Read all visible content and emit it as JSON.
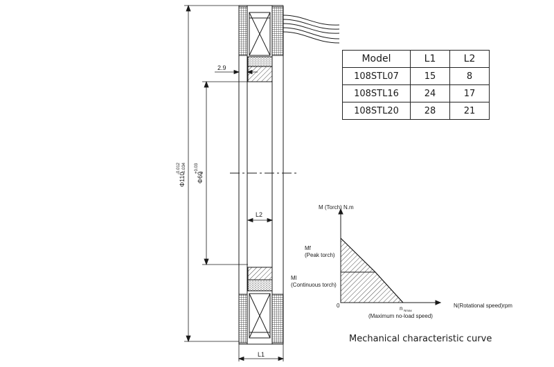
{
  "drawing": {
    "outer_diameter_label": "Φ110",
    "outer_diameter_tol_upper": "-0.012",
    "outer_diameter_tol_lower": "-0.034",
    "inner_diameter_label": "Φ60",
    "inner_diameter_tol_upper": "+0.03",
    "inner_diameter_tol_lower": "0",
    "gap_dimension": "2.9",
    "l2_label": "L2",
    "l1_label": "L1"
  },
  "table": {
    "headers": [
      "Model",
      "L1",
      "L2"
    ],
    "rows": [
      {
        "model": "108STL07",
        "l1": "15",
        "l2": "8"
      },
      {
        "model": "108STL16",
        "l1": "24",
        "l2": "17"
      },
      {
        "model": "108STL20",
        "l1": "28",
        "l2": "21"
      }
    ]
  },
  "curve": {
    "y_axis_label": "M (Torch) N.m",
    "mf_label": "Mf",
    "mf_desc": "(Peak torch)",
    "ml_label": "Ml",
    "ml_desc": "(Continuous torch)",
    "origin_label": "0",
    "nmax_label": "n",
    "nmax_sub": "Nmax",
    "nmax_desc": "(Maximum no-load speed)",
    "x_axis_label": "N(Rotational speed)rpm",
    "caption": "Mechanical characteristic curve"
  },
  "colors": {
    "line": "#1a1a1a",
    "background": "#ffffff"
  }
}
